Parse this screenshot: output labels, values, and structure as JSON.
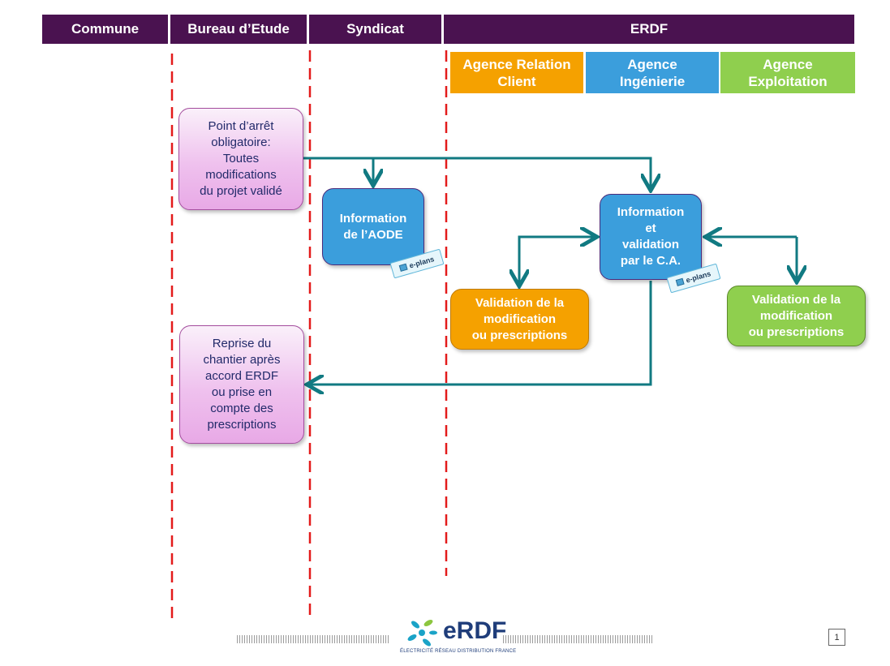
{
  "header": {
    "commune": "Commune",
    "bureau": "Bureau d’Etude",
    "syndicat": "Syndicat",
    "erdf": "ERDF"
  },
  "agencies": {
    "relation_client": "Agence Relation\nClient",
    "ingenierie": "Agence\nIngénierie",
    "exploitation": "Agence\nExploitation"
  },
  "boxes": {
    "point_arret": "Point d’arrêt\nobligatoire:\nToutes\nmodifications\ndu projet validé",
    "reprise": "Reprise du\nchantier après\naccord ERDF\nou prise en\ncompte des\nprescriptions",
    "info_aode": "Information\nde l’AODE",
    "info_ca": "Information\net\nvalidation\npar le C.A.",
    "validation_client": "Validation de la\nmodification\nou prescriptions",
    "validation_exploitation": "Validation de la\nmodification\nou prescriptions"
  },
  "badge": {
    "label": "e-plans"
  },
  "footer": {
    "logo": "eRDF",
    "tagline": "ÉLECTRICITÉ RÉSEAU DISTRIBUTION FRANCE",
    "page": "1"
  },
  "colors": {
    "header": "#4a1250",
    "agence_relation_client": "#f5a100",
    "agence_ingenierie": "#3b9edc",
    "agence_exploitation": "#8fcf4e",
    "connector": "#117a82",
    "lane_divider": "#e31b1b"
  }
}
